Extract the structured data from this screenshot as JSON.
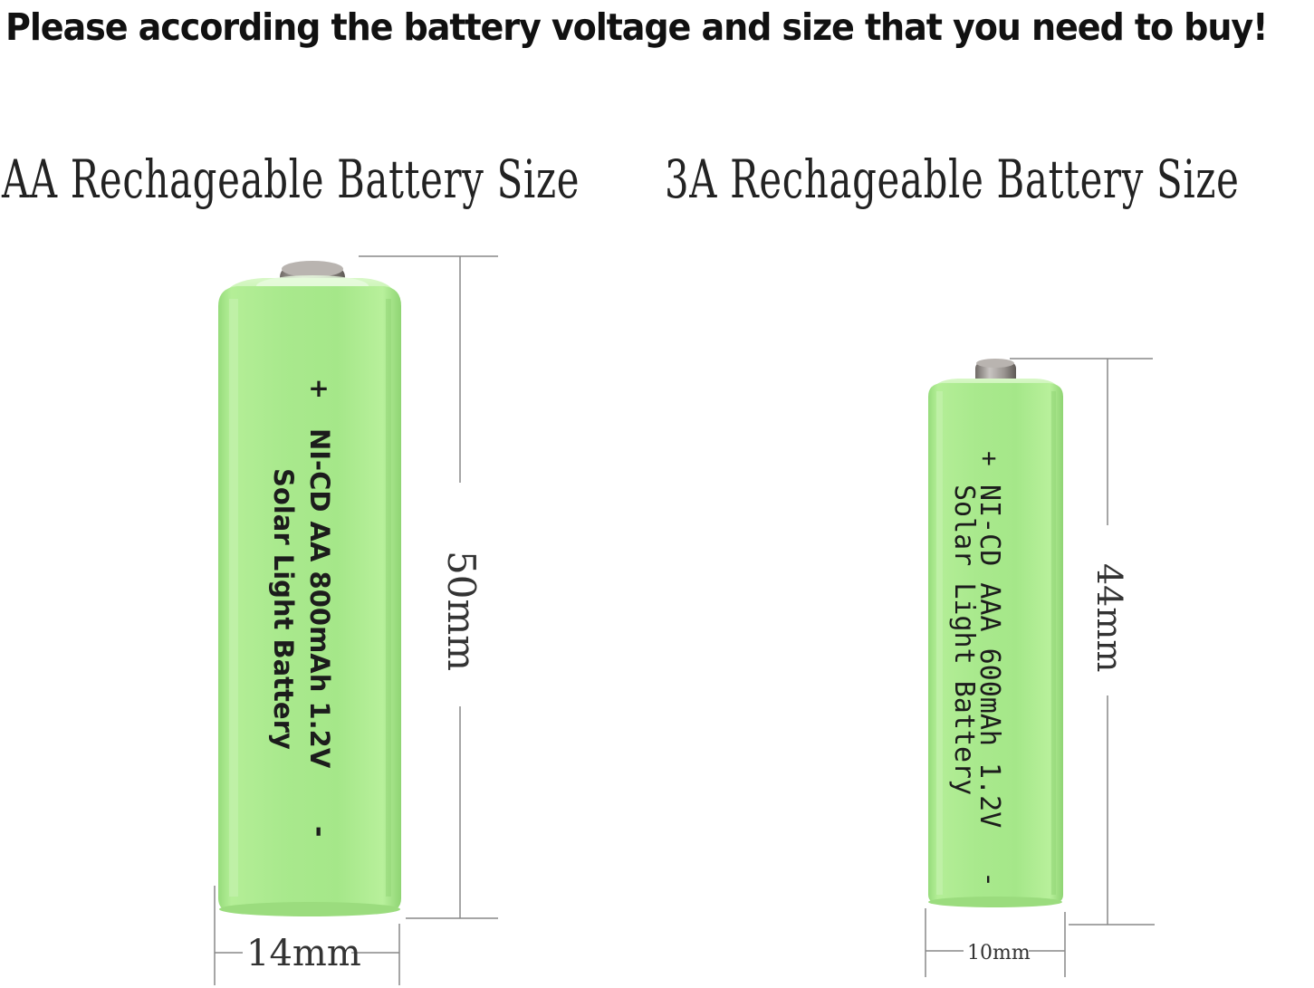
{
  "headline": "Please according the battery voltage and size that you need to buy!",
  "aa": {
    "title": "AA Rechageable Battery Size",
    "plus": "+",
    "minus": "-",
    "label_line1": "NI-CD AA 800mAh 1.2V",
    "label_line2": "Solar Light Battery",
    "height_dim": "50mm",
    "width_dim": "14mm"
  },
  "aaa": {
    "title": "3A Rechageable Battery Size",
    "plus": "+",
    "minus": "-",
    "label_line1": "NI-CD AAA 600mAh 1.2V",
    "label_line2": "Solar Light Battery",
    "height_dim": "44mm",
    "width_dim": "10mm"
  },
  "colors": {
    "battery_green": "#a8ea8c",
    "battery_highlight": "#d2f6bf",
    "battery_shadow": "#86cf6d",
    "terminal_gray": "#8f8a86",
    "dimension_line": "#888888"
  }
}
